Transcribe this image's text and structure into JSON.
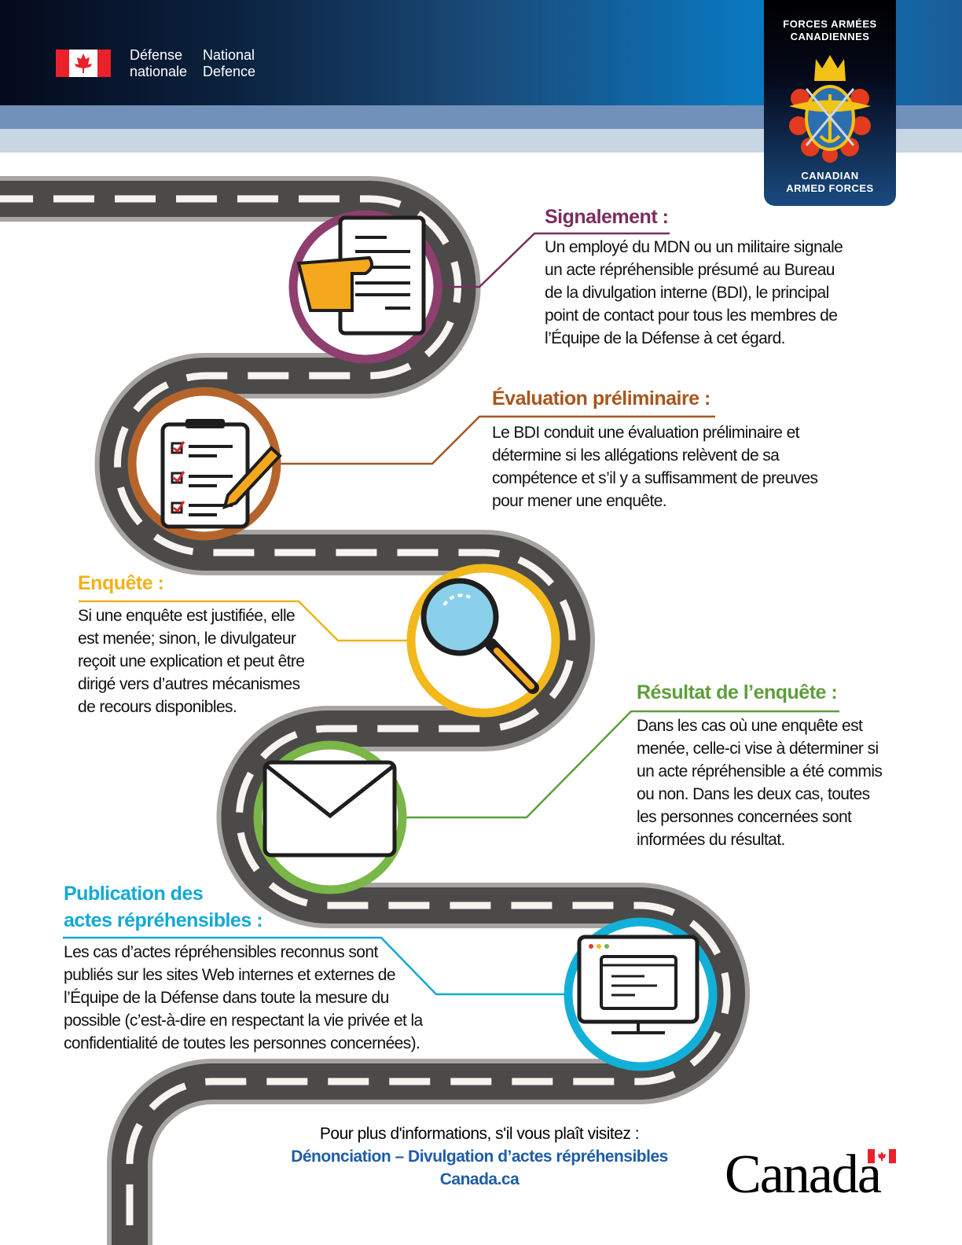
{
  "header": {
    "department_fr": [
      "Défense",
      "nationale"
    ],
    "department_en": [
      "National",
      "Defence"
    ],
    "badge_top": [
      "FORCES ARMÉES",
      "CANADIENNES"
    ],
    "badge_bottom": [
      "CANADIAN",
      "ARMED FORCES"
    ]
  },
  "steps": [
    {
      "title": "Signalement :",
      "color": "#7a2e5c",
      "lines": [
        "Un employé du MDN ou un militaire signale",
        "un acte répréhensible présumé au Bureau",
        "de la divulgation interne (BDI), le principal",
        "point de contact pour tous les membres de",
        "l’Équipe de la Défense à cet égard."
      ]
    },
    {
      "title": "Évaluation préliminaire :",
      "color": "#a8561f",
      "lines": [
        "Le BDI conduit une évaluation préliminaire et",
        "détermine si les allégations relèvent de sa",
        "compétence et s’il y a suffisamment de preuves",
        "pour mener une enquête."
      ]
    },
    {
      "title": "Enquête :",
      "color": "#f0b21a",
      "lines": [
        "Si une enquête est justifiée, elle",
        "est menée; sinon, le divulgateur",
        "reçoit une explication et peut être",
        "dirigé vers d’autres mécanismes",
        "de recours disponibles."
      ]
    },
    {
      "title": "Résultat de l’enquête :",
      "color": "#5e9e3a",
      "lines": [
        "Dans les cas où une enquête est",
        "menée, celle-ci vise à déterminer si",
        "un acte répréhensible a été commis",
        "ou non. Dans les deux cas, toutes",
        "les personnes concernées sont",
        "informées du résultat."
      ]
    },
    {
      "title_lines": [
        "Publication des",
        "actes répréhensibles :"
      ],
      "color": "#12a9d6",
      "lines": [
        "Les cas d’actes répréhensibles reconnus sont",
        "publiés sur les sites Web internes et externes de",
        "l’Équipe de la Défense dans toute la mesure du",
        "possible (c’est-à-dire en respectant la vie privée et la",
        "confidentialité de toutes les personnes concernées)."
      ]
    }
  ],
  "footer": {
    "intro": "Pour plus d'informations, s'il vous plaît visitez :",
    "link1": "Dénonciation – Divulgation d’actes répréhensibles",
    "link2": "Canada.ca",
    "wordmark": "Canada"
  }
}
